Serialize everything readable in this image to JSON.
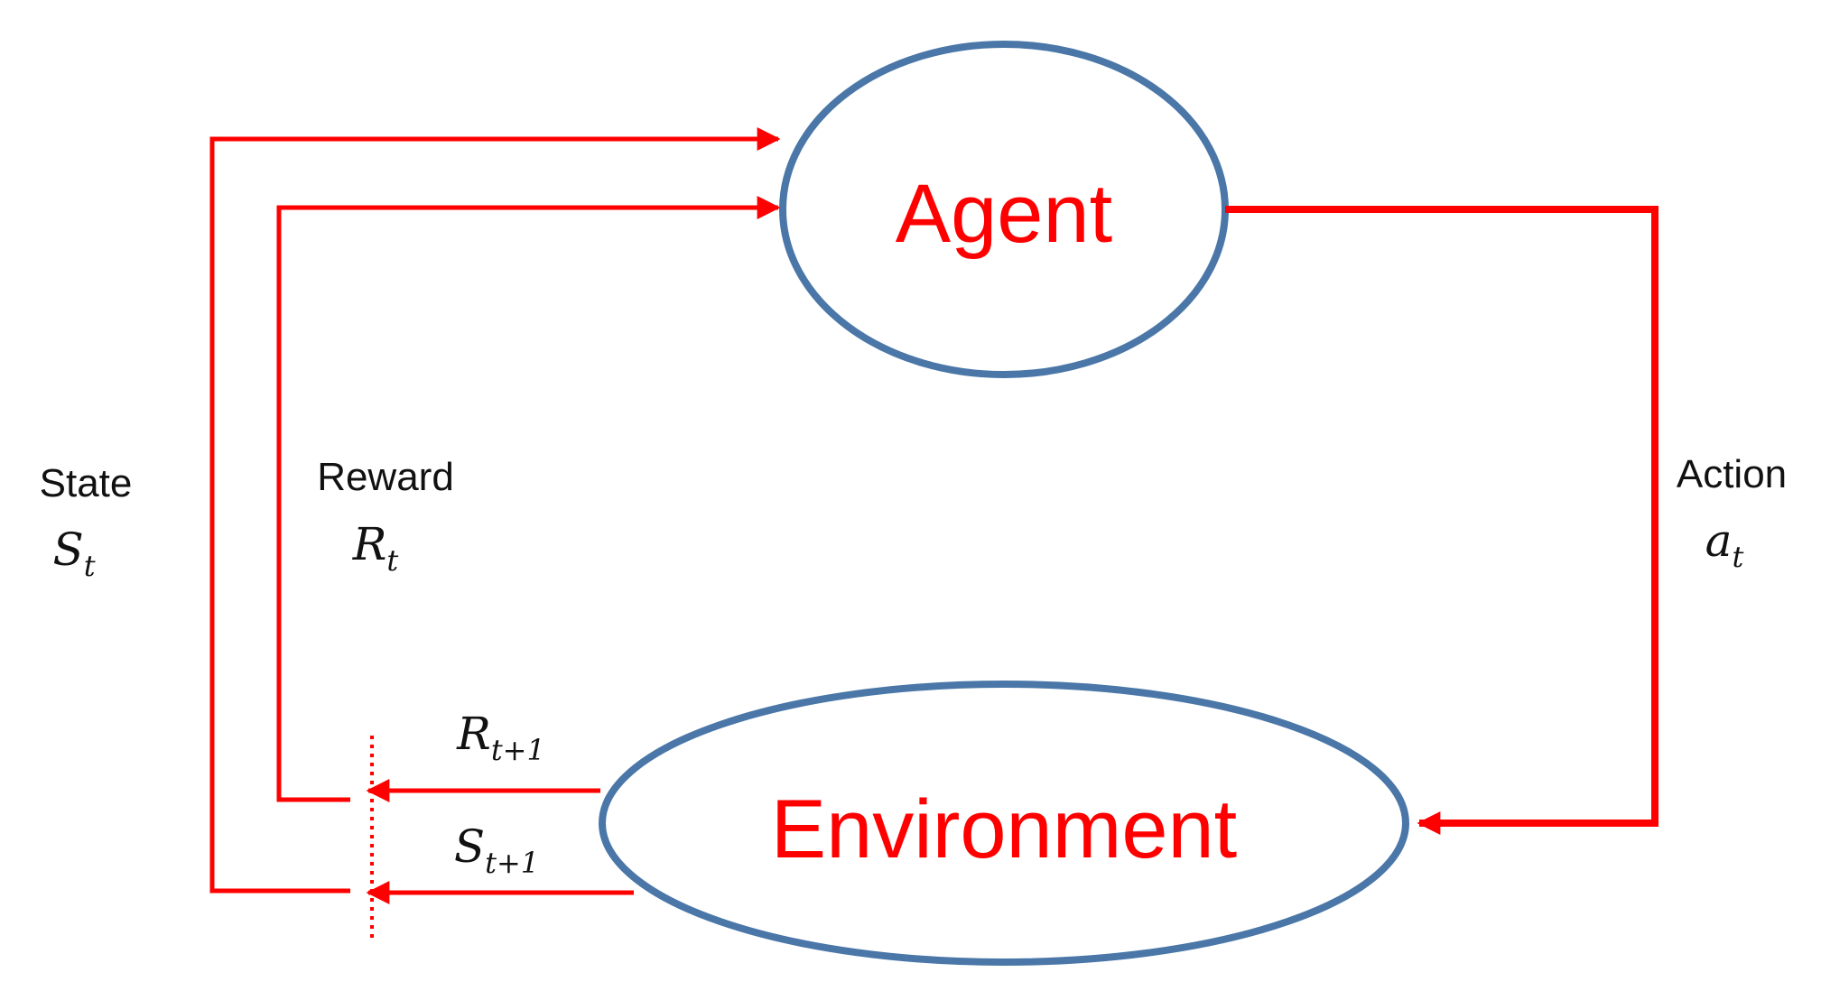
{
  "colors": {
    "ellipse_stroke": "#4a77a8",
    "arrow": "#ff0000",
    "node_text": "#ff0000",
    "label_text": "#111111",
    "background": "#ffffff"
  },
  "nodes": {
    "agent": {
      "label": "Agent"
    },
    "environment": {
      "label": "Environment"
    }
  },
  "labels": {
    "state": {
      "word": "State",
      "symbol": "S",
      "sub": "t"
    },
    "reward": {
      "word": "Reward",
      "symbol": "R",
      "sub": "t"
    },
    "action": {
      "word": "Action",
      "symbol": "a",
      "sub": "t"
    },
    "reward_next": {
      "symbol": "R",
      "sub": "t+1"
    },
    "state_next": {
      "symbol": "S",
      "sub": "t+1"
    }
  }
}
